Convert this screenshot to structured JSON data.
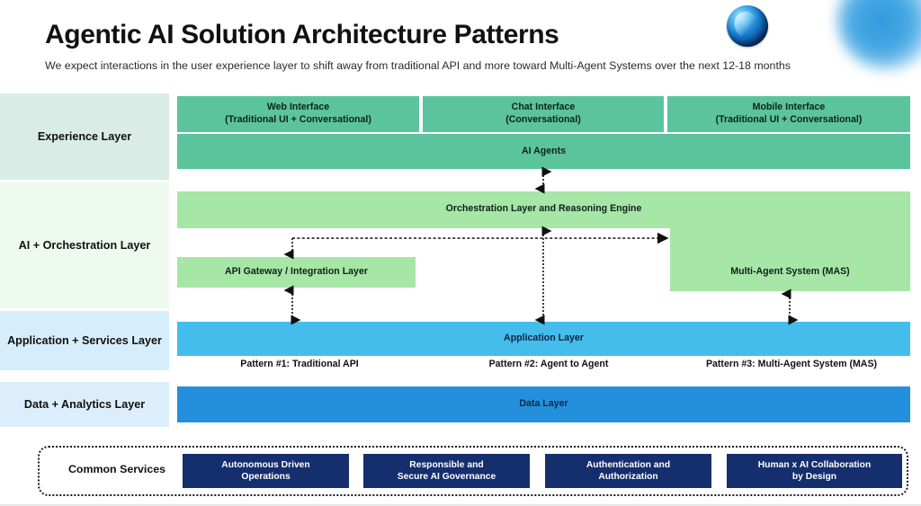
{
  "header": {
    "title": "Agentic AI Solution Architecture Patterns",
    "subtitle": "We expect interactions in the user experience layer to shift away from traditional API and more toward Multi-Agent Systems over the next 12-18 months",
    "brand_logo_name": "brand-orb-logo",
    "secondary_logo_name": "secondary-blurred-orb"
  },
  "colors": {
    "teal": "#5cc49c",
    "light_green": "#a6e6a6",
    "cyan": "#45bdec",
    "blue": "#2490dd",
    "navy": "#152e6e",
    "band_experience": "#d9ece5",
    "band_orchestration": "#eefaee",
    "band_application": "#d6eefb",
    "band_data": "#dceefb"
  },
  "layers": [
    {
      "id": "experience",
      "label": "Experience Layer"
    },
    {
      "id": "orchestration",
      "label": "AI + Orchestration Layer"
    },
    {
      "id": "application",
      "label": "Application + Services Layer"
    },
    {
      "id": "data",
      "label": "Data + Analytics Layer"
    }
  ],
  "experience": {
    "interfaces": [
      {
        "title": "Web Interface",
        "subtitle": "(Traditional UI + Conversational)"
      },
      {
        "title": "Chat Interface",
        "subtitle": "(Conversational)"
      },
      {
        "title": "Mobile Interface",
        "subtitle": "(Traditional UI + Conversational)"
      }
    ],
    "agents_box": "AI Agents"
  },
  "orchestration": {
    "engine_box": "Orchestration Layer and Reasoning Engine",
    "api_gateway_box": "API Gateway / Integration Layer",
    "mas_box": "Multi-Agent System (MAS)"
  },
  "application": {
    "layer_box": "Application Layer",
    "patterns": [
      "Pattern #1: Traditional API",
      "Pattern #2: Agent to Agent",
      "Pattern #3: Multi-Agent System (MAS)"
    ]
  },
  "data": {
    "layer_box": "Data Layer"
  },
  "common_services": {
    "label": "Common Services",
    "items": [
      {
        "line1": "Autonomous Driven",
        "line2": "Operations"
      },
      {
        "line1": "Responsible and",
        "line2": "Secure AI Governance"
      },
      {
        "line1": "Authentication and",
        "line2": "Authorization"
      },
      {
        "line1": "Human x AI Collaboration",
        "line2": "by Design"
      }
    ]
  }
}
